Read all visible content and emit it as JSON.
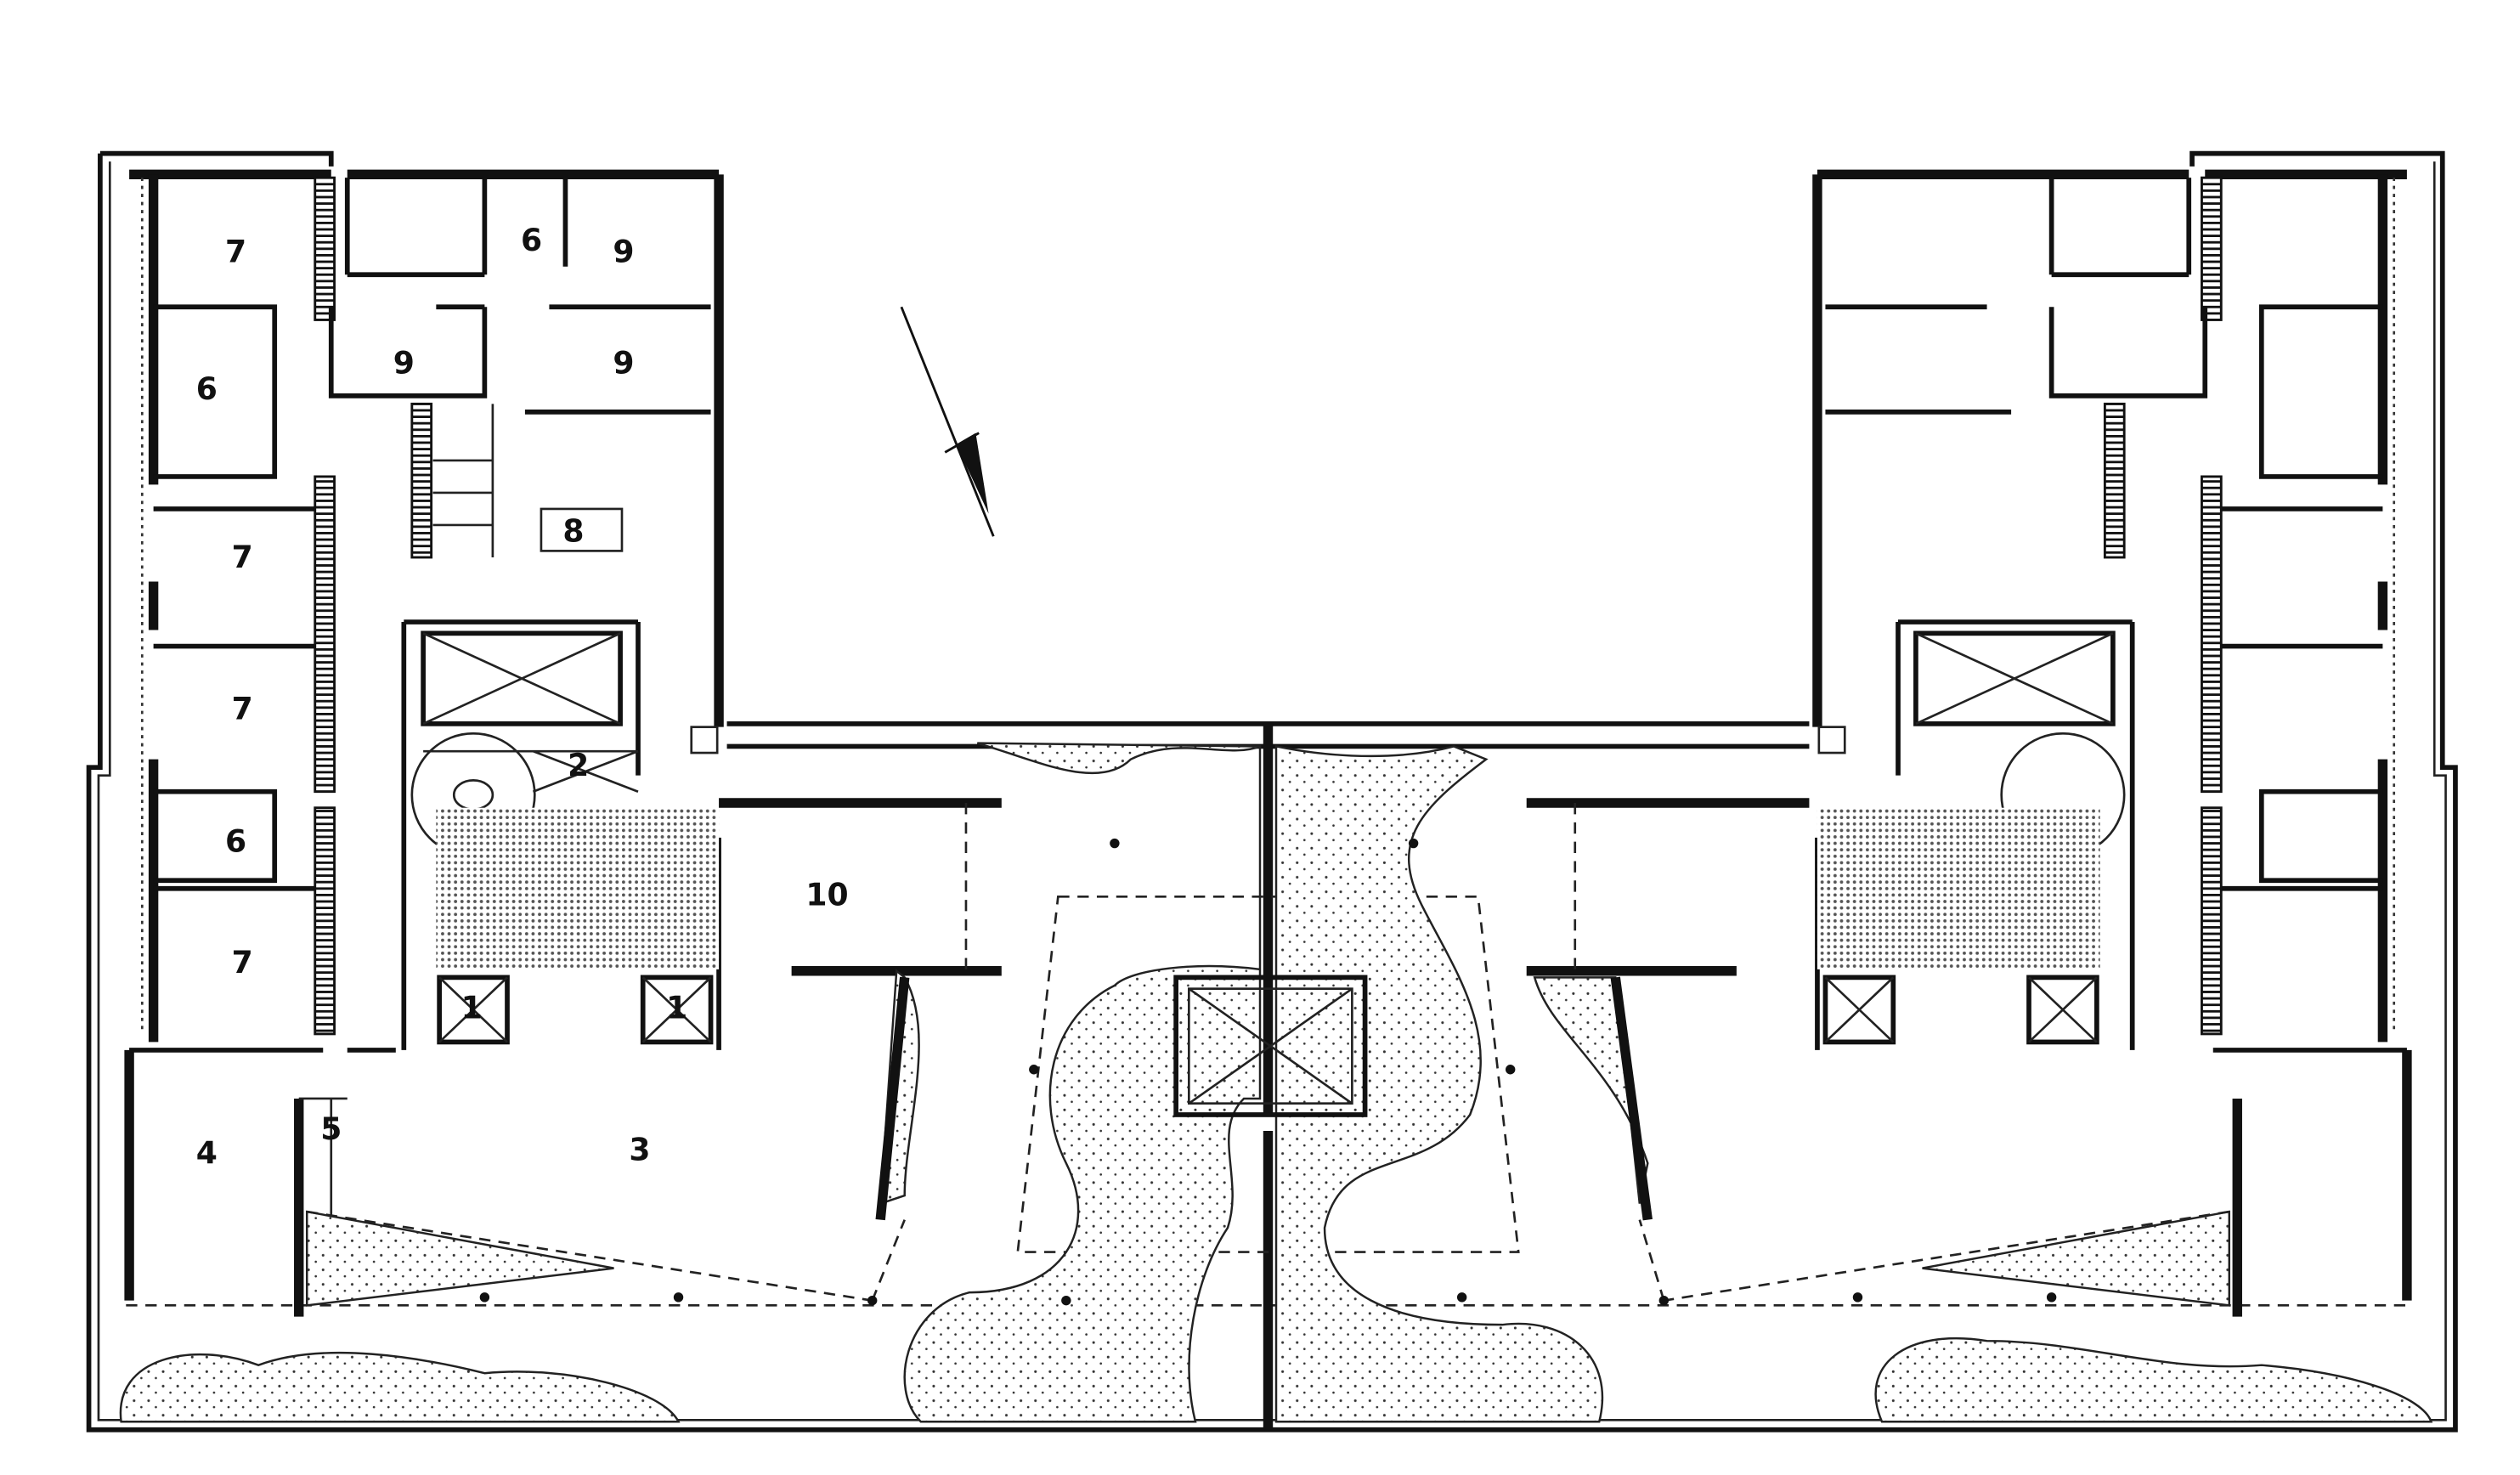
{
  "drawing": {
    "type": "architectural floor plan",
    "room_labels": {
      "left_7a": "7",
      "left_6a": "6",
      "left_9a": "9",
      "left_6b": "6",
      "left_9b": "9",
      "left_9c": "9",
      "left_7b": "7",
      "left_8": "8",
      "left_7c": "7",
      "left_2": "2",
      "left_6c": "6",
      "left_10": "10",
      "left_7d": "7",
      "left_1a": "1",
      "left_1b": "1",
      "left_4": "4",
      "left_5": "5",
      "left_3": "3"
    },
    "colors": {
      "ink": "#111111",
      "paper": "#ffffff"
    }
  }
}
